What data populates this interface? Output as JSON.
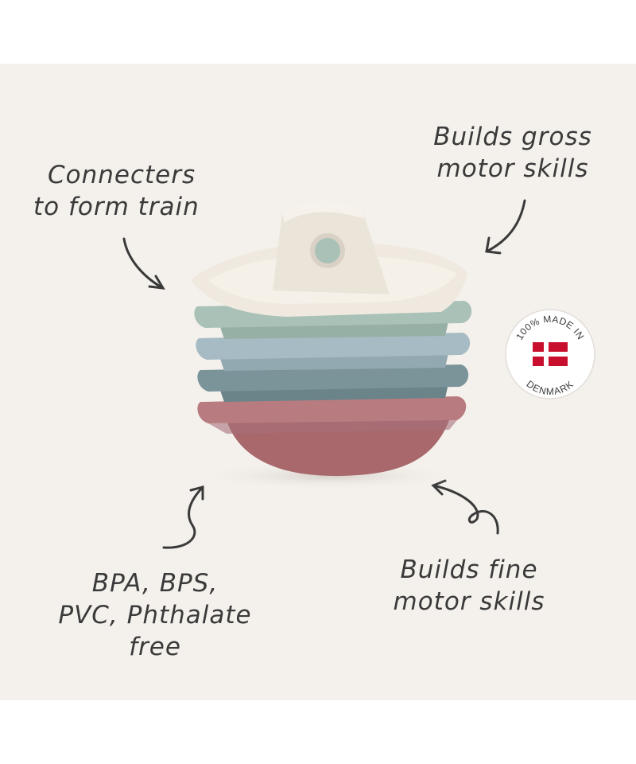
{
  "annotations": {
    "connecters": [
      "Connecters",
      "to form train"
    ],
    "gross_motor": [
      "Builds gross",
      "motor skills"
    ],
    "materials": [
      "BPA, BPS,",
      "PVC, Phthalate",
      "free"
    ],
    "fine_motor": [
      "Builds fine",
      "motor skills"
    ]
  },
  "badge": {
    "top_text": "100% MADE IN",
    "bottom_text": "DENMARK",
    "flag_red": "#c8102e"
  },
  "colors": {
    "background": "#f4f1ed",
    "boat_cream": "#efe9df",
    "boat_sage": "#a9c1b6",
    "boat_blue": "#a6bbc3",
    "boat_slate": "#7b949a",
    "boat_rose": "#b87c80",
    "ink": "#3a3a3a"
  }
}
